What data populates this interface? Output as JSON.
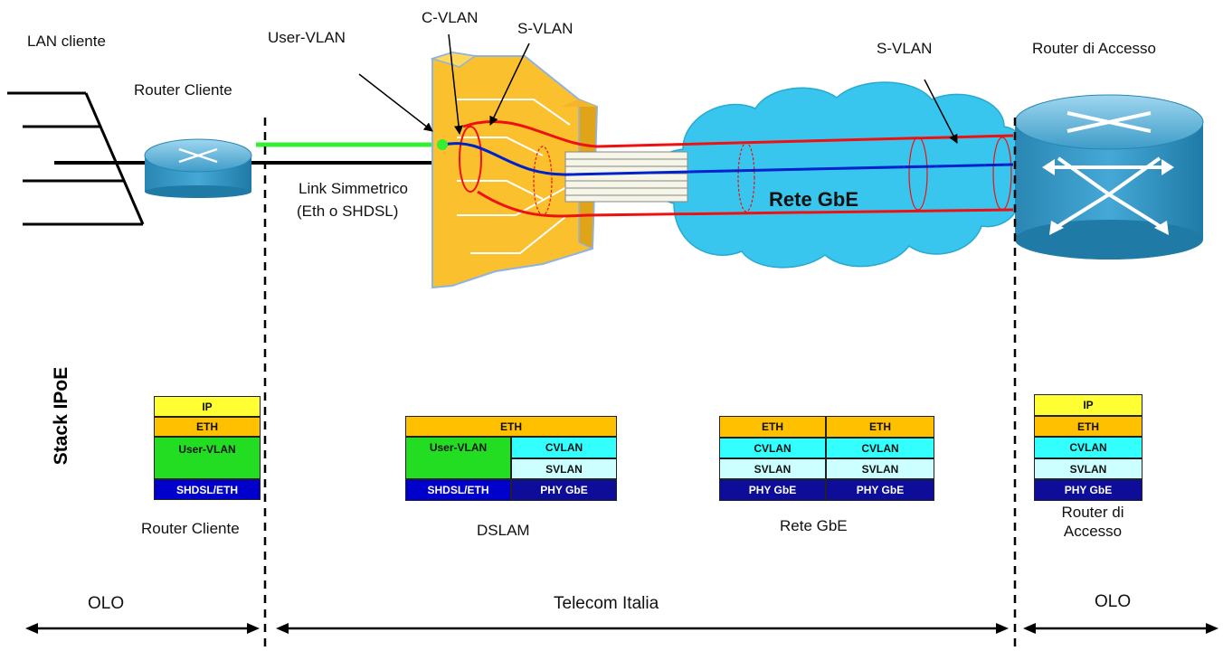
{
  "labels": {
    "lan_cliente": "LAN cliente",
    "router_cliente_top": "Router Cliente",
    "user_vlan": "User-VLAN",
    "c_vlan": "C-VLAN",
    "s_vlan_1": "S-VLAN",
    "s_vlan_2": "S-VLAN",
    "router_accesso_top": "Router di Accesso",
    "link_line1": "Link Simmetrico",
    "link_line2": "(Eth o SHDSL)",
    "rete_gbe_cloud": "Rete GbE",
    "stack_ipoe": "Stack IPoE",
    "router_cliente_bottom": "Router Cliente",
    "dslam": "DSLAM",
    "rete_gbe_bottom": "Rete GbE",
    "router_accesso_bottom": "Router di Accesso",
    "olo_left": "OLO",
    "telecom": "Telecom Italia",
    "olo_right": "OLO"
  },
  "stacks": {
    "router_cliente": {
      "ip": "IP",
      "eth": "ETH",
      "user_vlan": "User-VLAN",
      "phy": "SHDSL/ETH"
    },
    "dslam": {
      "eth": "ETH",
      "user_vlan": "User-VLAN",
      "cvlan": "CVLAN",
      "svlan": "SVLAN",
      "shdsl": "SHDSL/ETH",
      "phy": "PHY GbE"
    },
    "rete": {
      "left": {
        "eth": "ETH",
        "cvlan": "CVLAN",
        "svlan": "SVLAN",
        "phy": "PHY GbE"
      },
      "right": {
        "eth": "ETH",
        "cvlan": "CVLAN",
        "svlan": "SVLAN",
        "phy": "PHY GbE"
      }
    },
    "router_accesso": {
      "ip": "IP",
      "eth": "ETH",
      "cvlan": "CVLAN",
      "svlan": "SVLAN",
      "phy": "PHY GbE"
    }
  },
  "colors": {
    "ip": "#ffff33",
    "eth": "#ffc000",
    "user_vlan": "#22dd22",
    "cvlan": "#33ffff",
    "svlan": "#ccffff",
    "phy": "#0d0d99",
    "svlan_tunnel": "#ee1111",
    "cvlan_line": "#0022cc",
    "user_link": "#33ee33",
    "cloud": "#39c6ee",
    "dslam": "#fbc02d",
    "router": "#2b88b0"
  }
}
